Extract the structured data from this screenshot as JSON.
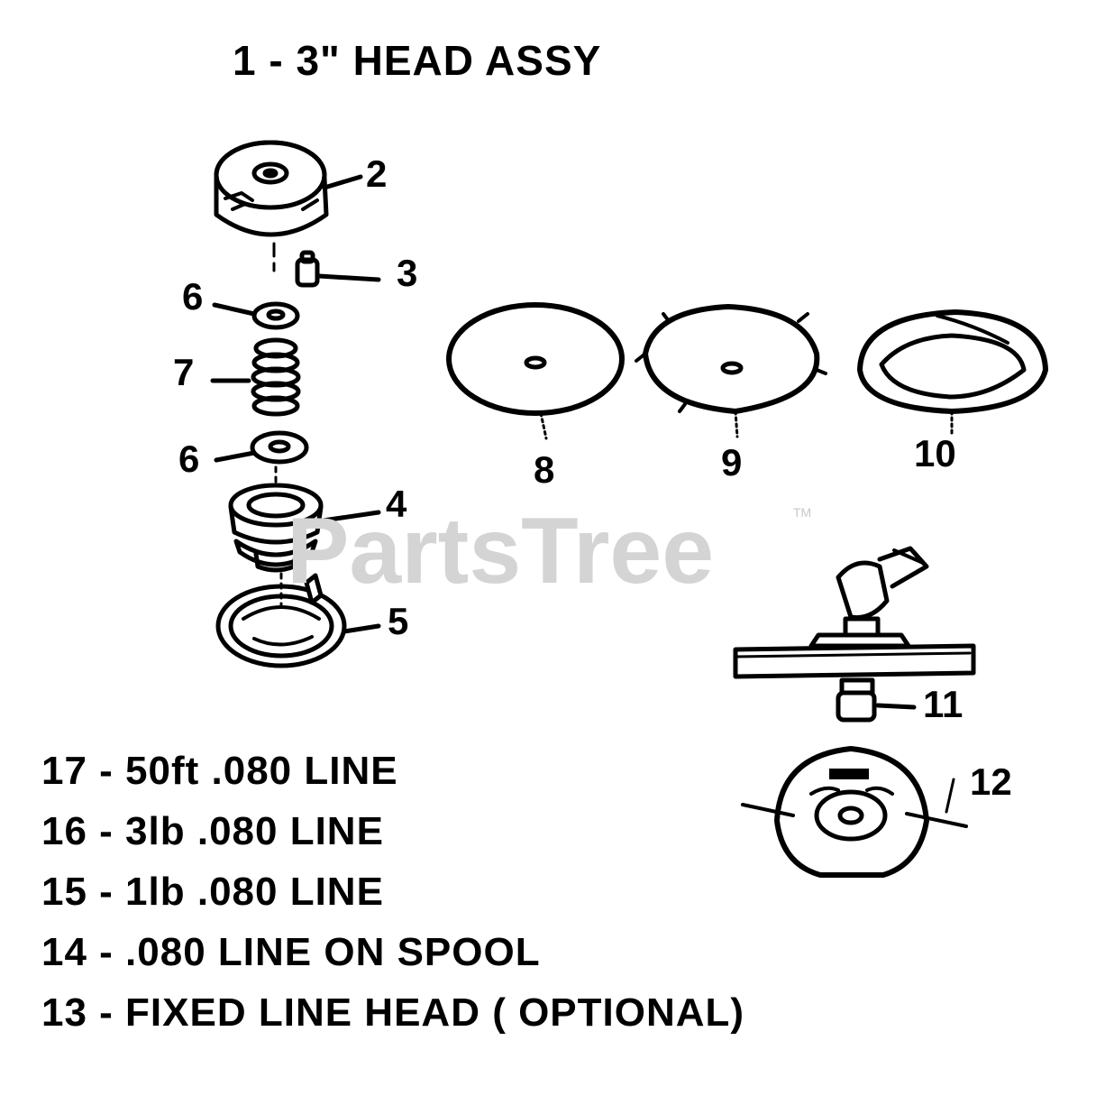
{
  "title": "1 - 3\" HEAD ASSY",
  "watermark": {
    "text": "PartsTree",
    "trademark": "TM",
    "color": "#d4d4d4"
  },
  "callouts": {
    "n2": "2",
    "n3": "3",
    "n4": "4",
    "n5": "5",
    "n6a": "6",
    "n6b": "6",
    "n7": "7",
    "n8": "8",
    "n9": "9",
    "n10": "10",
    "n11": "11",
    "n12": "12"
  },
  "parts_list": [
    "17 - 50ft .080 LINE",
    "16 - 3lb .080 LINE",
    "15 - 1lb .080 LINE",
    "14 - .080 LINE ON SPOOL",
    "13 - FIXED LINE HEAD ( OPTIONAL)"
  ]
}
